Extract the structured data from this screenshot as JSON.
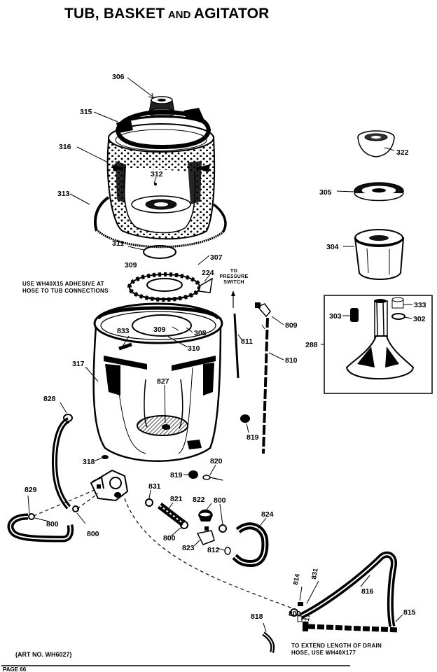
{
  "title": {
    "line1": "TUB, BASKET",
    "and": "AND",
    "line2": "AGITATOR"
  },
  "notes": {
    "adhesive": "USE WH40X15 ADHESIVE AT\nHOSE TO TUB CONNECTIONS",
    "pressure_switch": "TO\nPRESSURE\nSWITCH",
    "drain_hose": "TO EXTEND LENGTH OF DRAIN\nHOSE, USE WH40X177"
  },
  "footer": {
    "art_no": "(ART NO. WH6027)",
    "page": "PAGE 66"
  },
  "part_numbers": {
    "p306": "306",
    "p315": "315",
    "p316": "316",
    "p312": "312",
    "p313": "313",
    "p311": "311",
    "p309a": "309",
    "p307": "307",
    "p224": "224",
    "p322": "322",
    "p305": "305",
    "p304": "304",
    "p303": "303",
    "p333": "333",
    "p302": "302",
    "p288": "288",
    "p809": "809",
    "p811": "811",
    "p810": "810",
    "p833": "833",
    "p309b": "309",
    "p308": "308",
    "p310": "310",
    "p317": "317",
    "p827": "827",
    "p828": "828",
    "p819a": "819",
    "p318": "318",
    "p819b": "819",
    "p820": "820",
    "p829": "829",
    "p800a": "800",
    "p800b": "800",
    "p831a": "831",
    "p821": "821",
    "p822": "822",
    "p800c": "800",
    "p800d": "800",
    "p824": "824",
    "p823": "823",
    "p812": "812",
    "p814": "814",
    "p831b": "831",
    "p816": "816",
    "p800e": "800",
    "p817": "817",
    "p818": "818",
    "p815": "815"
  }
}
